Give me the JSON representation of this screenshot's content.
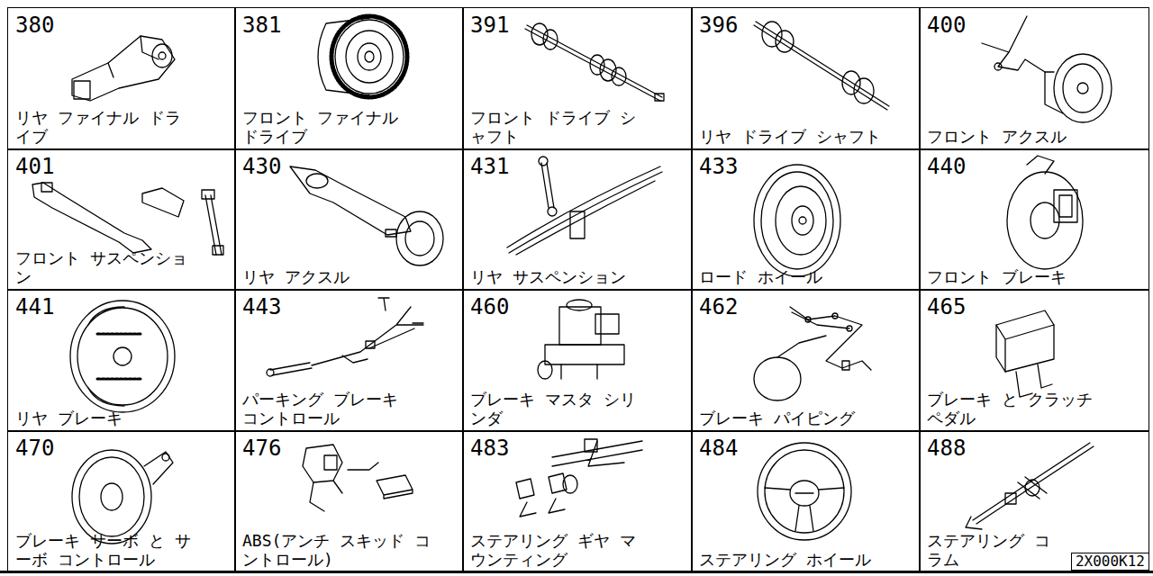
{
  "diagram": {
    "nodes": [
      {
        "text": [
          "380",
          "リヤ ファイナル ドライブ"
        ]
      },
      {
        "text": [
          "381",
          "フロント ファイナル ドライブ"
        ]
      },
      {
        "text": [
          "391",
          "フロント ドライブ シャフト"
        ]
      },
      {
        "text": [
          "396",
          "リヤ ドライブ シャフト"
        ]
      },
      {
        "text": [
          "400",
          "フロント アクスル"
        ]
      },
      {
        "text": [
          "401",
          "フロント サスペンション"
        ]
      },
      {
        "text": [
          "430",
          "リヤ アクスル"
        ]
      },
      {
        "text": [
          "431",
          "リヤ サスペンション"
        ]
      },
      {
        "text": [
          "433",
          "ロード ホイール"
        ]
      },
      {
        "text": [
          "440",
          "フロント ブレーキ"
        ]
      },
      {
        "text": [
          "441",
          "リヤ ブレーキ"
        ]
      },
      {
        "text": [
          "443",
          "パーキング ブレーキ コントロール"
        ]
      },
      {
        "text": [
          "460",
          "ブレーキ マスタ シリンダ"
        ]
      },
      {
        "text": [
          "462",
          "ブレーキ パイピング"
        ]
      },
      {
        "text": [
          "465",
          "ブレーキ と クラッチ ペダル"
        ]
      },
      {
        "text": [
          "470",
          "ブレーキ サーボ と サーボ コントロール"
        ]
      },
      {
        "text": [
          "476",
          "ABS(アンチ スキッド コントロール)"
        ]
      },
      {
        "text": [
          "483",
          "ステアリング ギヤ マウンティング"
        ]
      },
      {
        "text": [
          "484",
          "ステアリング ホイール"
        ]
      },
      {
        "text": [
          "488",
          "ステアリング コラム"
        ]
      }
    ],
    "labels": [
      "2X000K12"
    ]
  }
}
